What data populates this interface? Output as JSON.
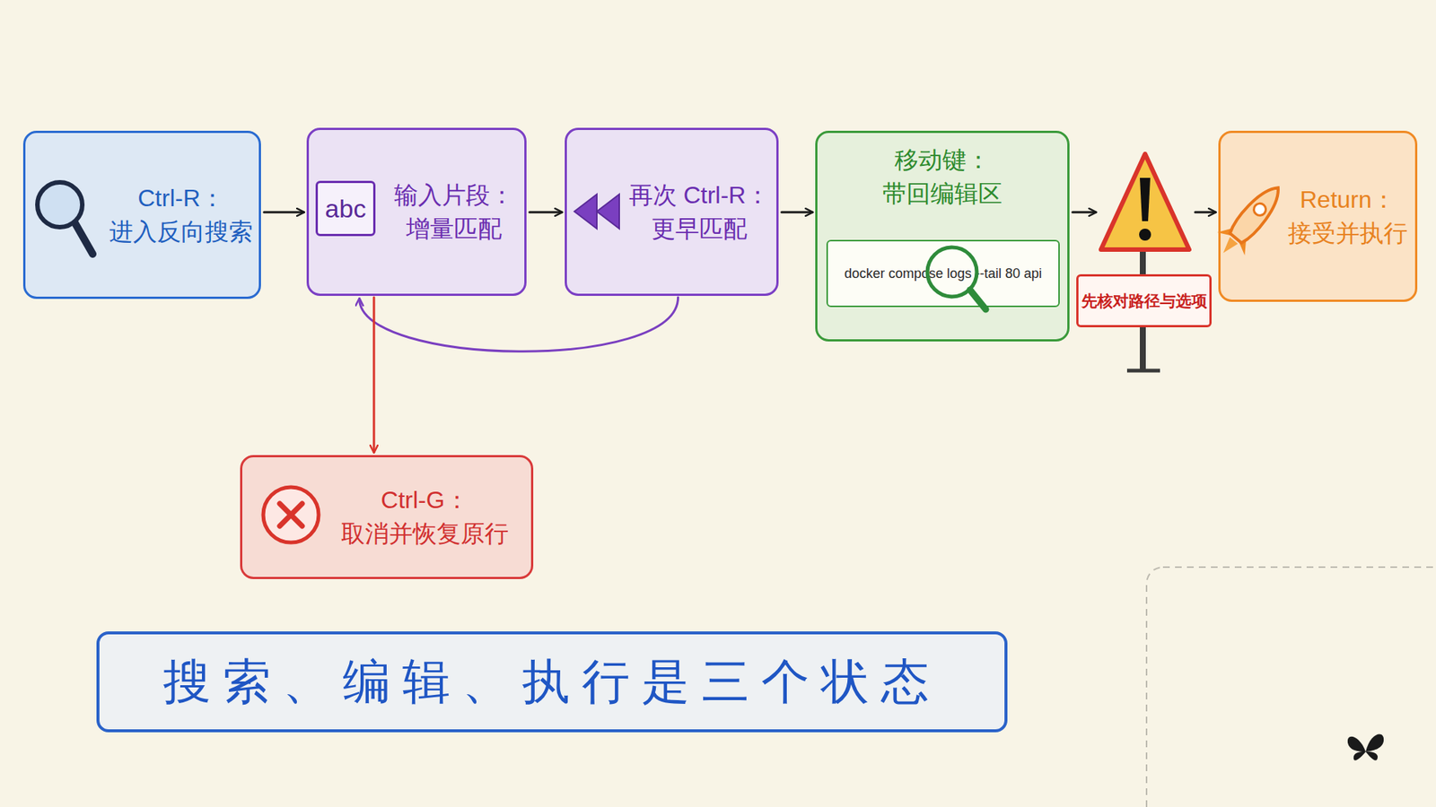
{
  "diagram": {
    "caption": "搜索、编辑、执行是三个状态",
    "nodes": [
      {
        "text": [
          "Ctrl-R：",
          "进入反向搜索"
        ]
      },
      {
        "text": [
          "输入片段：",
          "增量匹配"
        ]
      },
      {
        "text": [
          "再次 Ctrl-R：",
          "更早匹配"
        ]
      },
      {
        "text": [
          "移动键：",
          "带回编辑区"
        ]
      },
      {
        "text": [
          "docker compose logs --tail 80 api"
        ],
        "in": 3
      },
      {
        "text": [
          "先核对路径与选项"
        ]
      },
      {
        "text": [
          "Return：",
          "接受并执行"
        ]
      },
      {
        "text": [
          "Ctrl-G：",
          "取消并恢复原行"
        ]
      }
    ],
    "edges": [
      {
        "from": 0,
        "to": 1,
        "arrow": "to"
      },
      {
        "from": 1,
        "to": 2,
        "arrow": "to"
      },
      {
        "from": 2,
        "to": 1,
        "arrow": "to"
      },
      {
        "from": 2,
        "to": 3,
        "arrow": "to"
      },
      {
        "from": 3,
        "to": 5,
        "arrow": "to"
      },
      {
        "from": 5,
        "to": 6,
        "arrow": "to"
      },
      {
        "from": 1,
        "to": 7,
        "arrow": "to"
      }
    ],
    "labels": [
      "abc"
    ]
  }
}
